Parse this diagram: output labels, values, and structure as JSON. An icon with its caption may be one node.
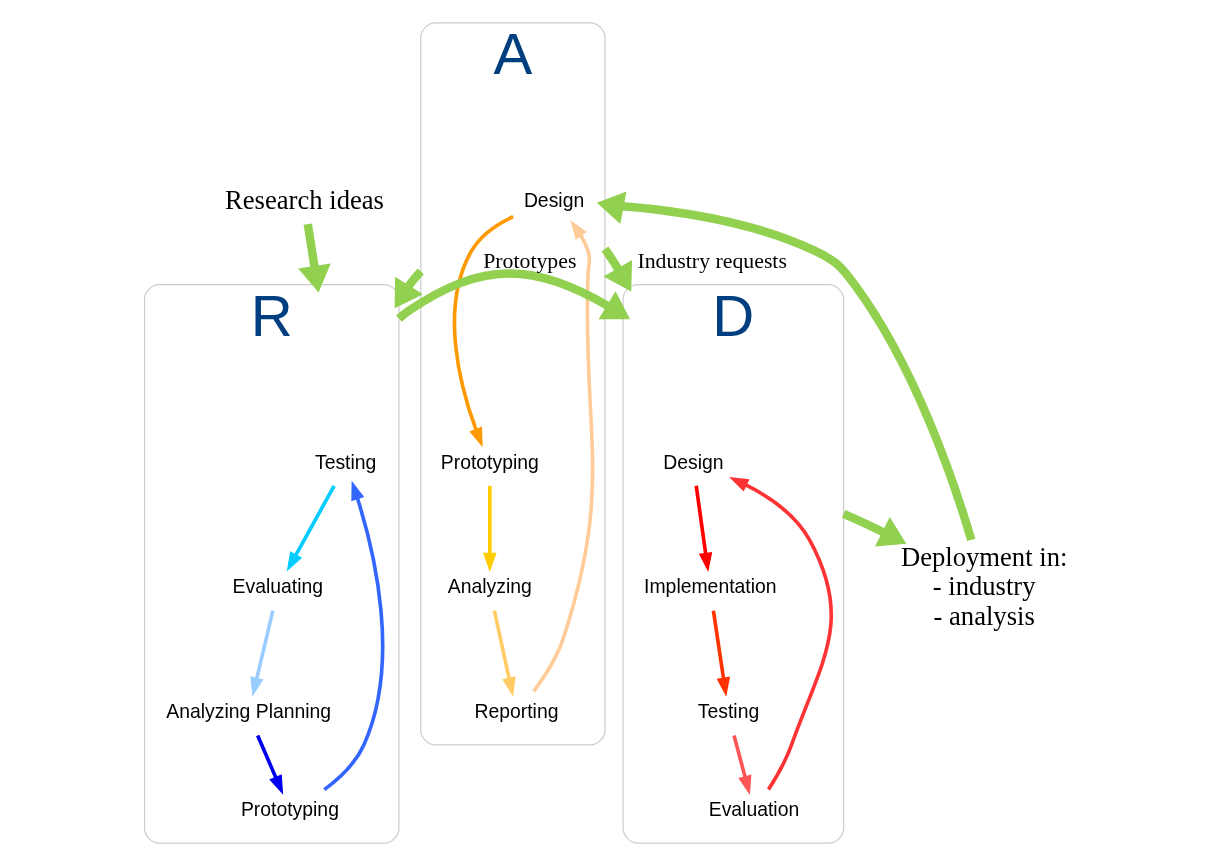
{
  "diagram": {
    "nodes": [
      {
        "text": [
          "Research ideas"
        ]
      },
      {
        "text": [
          "A"
        ]
      },
      {
        "text": [
          "Design"
        ],
        "in": 1
      },
      {
        "text": [
          "Prototyping"
        ],
        "in": 1
      },
      {
        "text": [
          "Analyzing"
        ],
        "in": 1
      },
      {
        "text": [
          "Reporting"
        ],
        "in": 1
      },
      {
        "text": [
          "R"
        ]
      },
      {
        "text": [
          "Testing"
        ],
        "in": 6
      },
      {
        "text": [
          "Evaluating"
        ],
        "in": 6
      },
      {
        "text": [
          "Analyzing Planning"
        ],
        "in": 6
      },
      {
        "text": [
          "Prototyping"
        ],
        "in": 6
      },
      {
        "text": [
          "D"
        ]
      },
      {
        "text": [
          "Design"
        ],
        "in": 11
      },
      {
        "text": [
          "Implementation"
        ],
        "in": 11
      },
      {
        "text": [
          "Testing"
        ],
        "in": 11
      },
      {
        "text": [
          "Evaluation"
        ],
        "in": 11
      },
      {
        "text": [
          "Deployment in:",
          "- industry",
          "- analysis"
        ]
      }
    ],
    "edges": [
      {
        "from": 2,
        "to": 3,
        "arrow": "to",
        "color": "#ff9900"
      },
      {
        "from": 3,
        "to": 4,
        "arrow": "to",
        "color": "#ffcc00"
      },
      {
        "from": 4,
        "to": 5,
        "arrow": "to",
        "color": "#ffcc66"
      },
      {
        "from": 5,
        "to": 2,
        "arrow": "to",
        "color": "#ffcc99"
      },
      {
        "from": 7,
        "to": 8,
        "arrow": "to",
        "color": "#00ccff"
      },
      {
        "from": 8,
        "to": 9,
        "arrow": "to",
        "color": "#99ccff"
      },
      {
        "from": 9,
        "to": 10,
        "arrow": "to",
        "color": "#0000ee"
      },
      {
        "from": 10,
        "to": 7,
        "arrow": "to",
        "color": "#3366ff"
      },
      {
        "from": 12,
        "to": 13,
        "arrow": "to",
        "color": "#ff0000"
      },
      {
        "from": 13,
        "to": 14,
        "arrow": "to",
        "color": "#ff3300"
      },
      {
        "from": 14,
        "to": 15,
        "arrow": "to",
        "color": "#ff5555"
      },
      {
        "from": 15,
        "to": 12,
        "arrow": "to",
        "color": "#ff3333"
      },
      {
        "from": 0,
        "to": 6,
        "arrow": "to",
        "style": "thick",
        "color": "#92d050"
      },
      {
        "from": 1,
        "to": 6,
        "arrow": "to",
        "style": "thick",
        "color": "#92d050"
      },
      {
        "from": 1,
        "to": 11,
        "arrow": "to",
        "label": "Industry requests",
        "style": "thick",
        "color": "#92d050"
      },
      {
        "from": 6,
        "to": 11,
        "arrow": "to",
        "label": "Prototypes",
        "style": "thick",
        "color": "#92d050"
      },
      {
        "from": 11,
        "to": 16,
        "arrow": "to",
        "style": "thick",
        "color": "#92d050"
      },
      {
        "from": 16,
        "to": 1,
        "arrow": "to",
        "style": "thick",
        "color": "#92d050"
      }
    ]
  }
}
